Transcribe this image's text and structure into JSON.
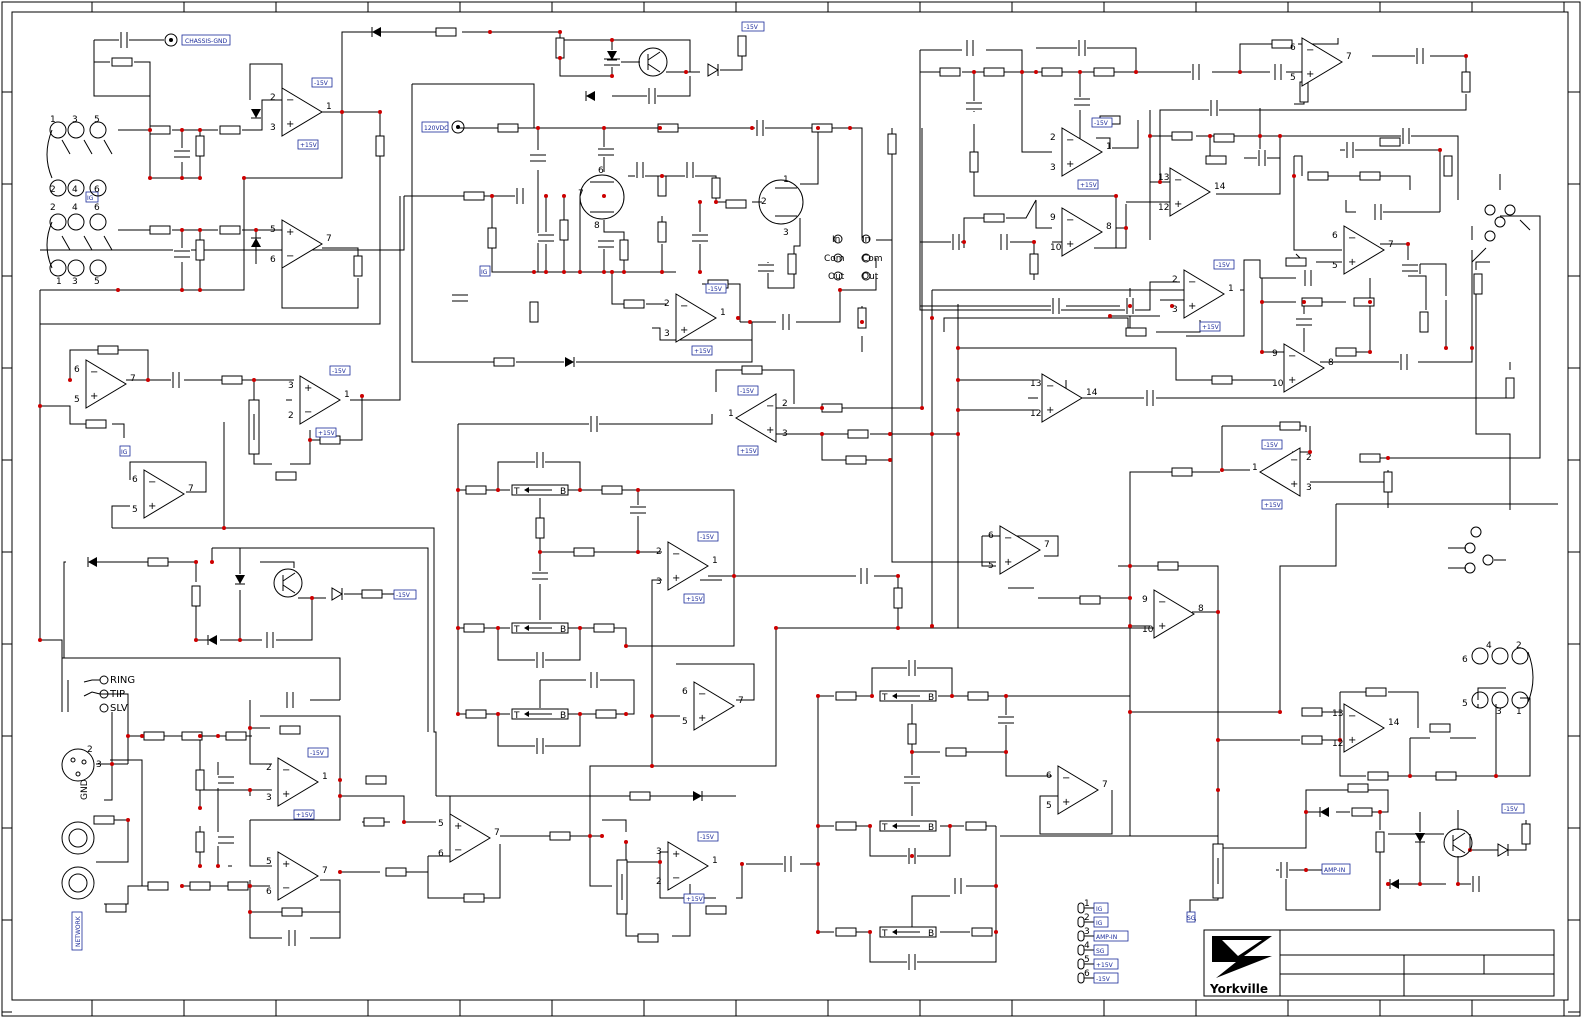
{
  "power": {
    "neg": "-15V",
    "pos": "+15V"
  },
  "ports": {
    "chassis_gnd": "CHASSIS-GND",
    "dc_in": "120VDC",
    "amp_in": "AMP-IN"
  },
  "opamp_pins": {
    "p1": "1",
    "p2": "2",
    "p3": "3",
    "p5": "5",
    "p6": "6",
    "p7": "7",
    "p8": "8",
    "p9": "9",
    "p10": "10",
    "p12": "12",
    "p13": "13",
    "p14": "14"
  },
  "jack": {
    "ring": "RING",
    "tip": "TIP",
    "sleeve": "SLV"
  },
  "xlr": {
    "pin2": "2",
    "pin3": "3",
    "gnd": "GND"
  },
  "sub_tag": "NETWORK",
  "switch_pins": [
    "1",
    "2",
    "3",
    "4",
    "5",
    "6"
  ],
  "pot_labels": {
    "top": "T",
    "bottom": "B"
  },
  "tube_pins": {
    "p1": "1",
    "p2": "2",
    "p3": "3",
    "p6": "6",
    "p7": "7",
    "p8": "8"
  },
  "jumper_labels": {
    "in": "In",
    "com": "Com",
    "out": "Out"
  },
  "connector_legend": [
    {
      "num": "1",
      "tag": "IG"
    },
    {
      "num": "2",
      "tag": "IG"
    },
    {
      "num": "3",
      "tag": "AMP-IN"
    },
    {
      "num": "4",
      "tag": "SG"
    },
    {
      "num": "5",
      "tag": "+15V"
    },
    {
      "num": "6",
      "tag": "-15V"
    }
  ],
  "ig_tag": "IG",
  "sg_tag": "SG",
  "brand": {
    "name": "Yorkville",
    "color": "#000000"
  },
  "colors": {
    "junction": "#cc0000",
    "tag": "#1a2a9a"
  }
}
